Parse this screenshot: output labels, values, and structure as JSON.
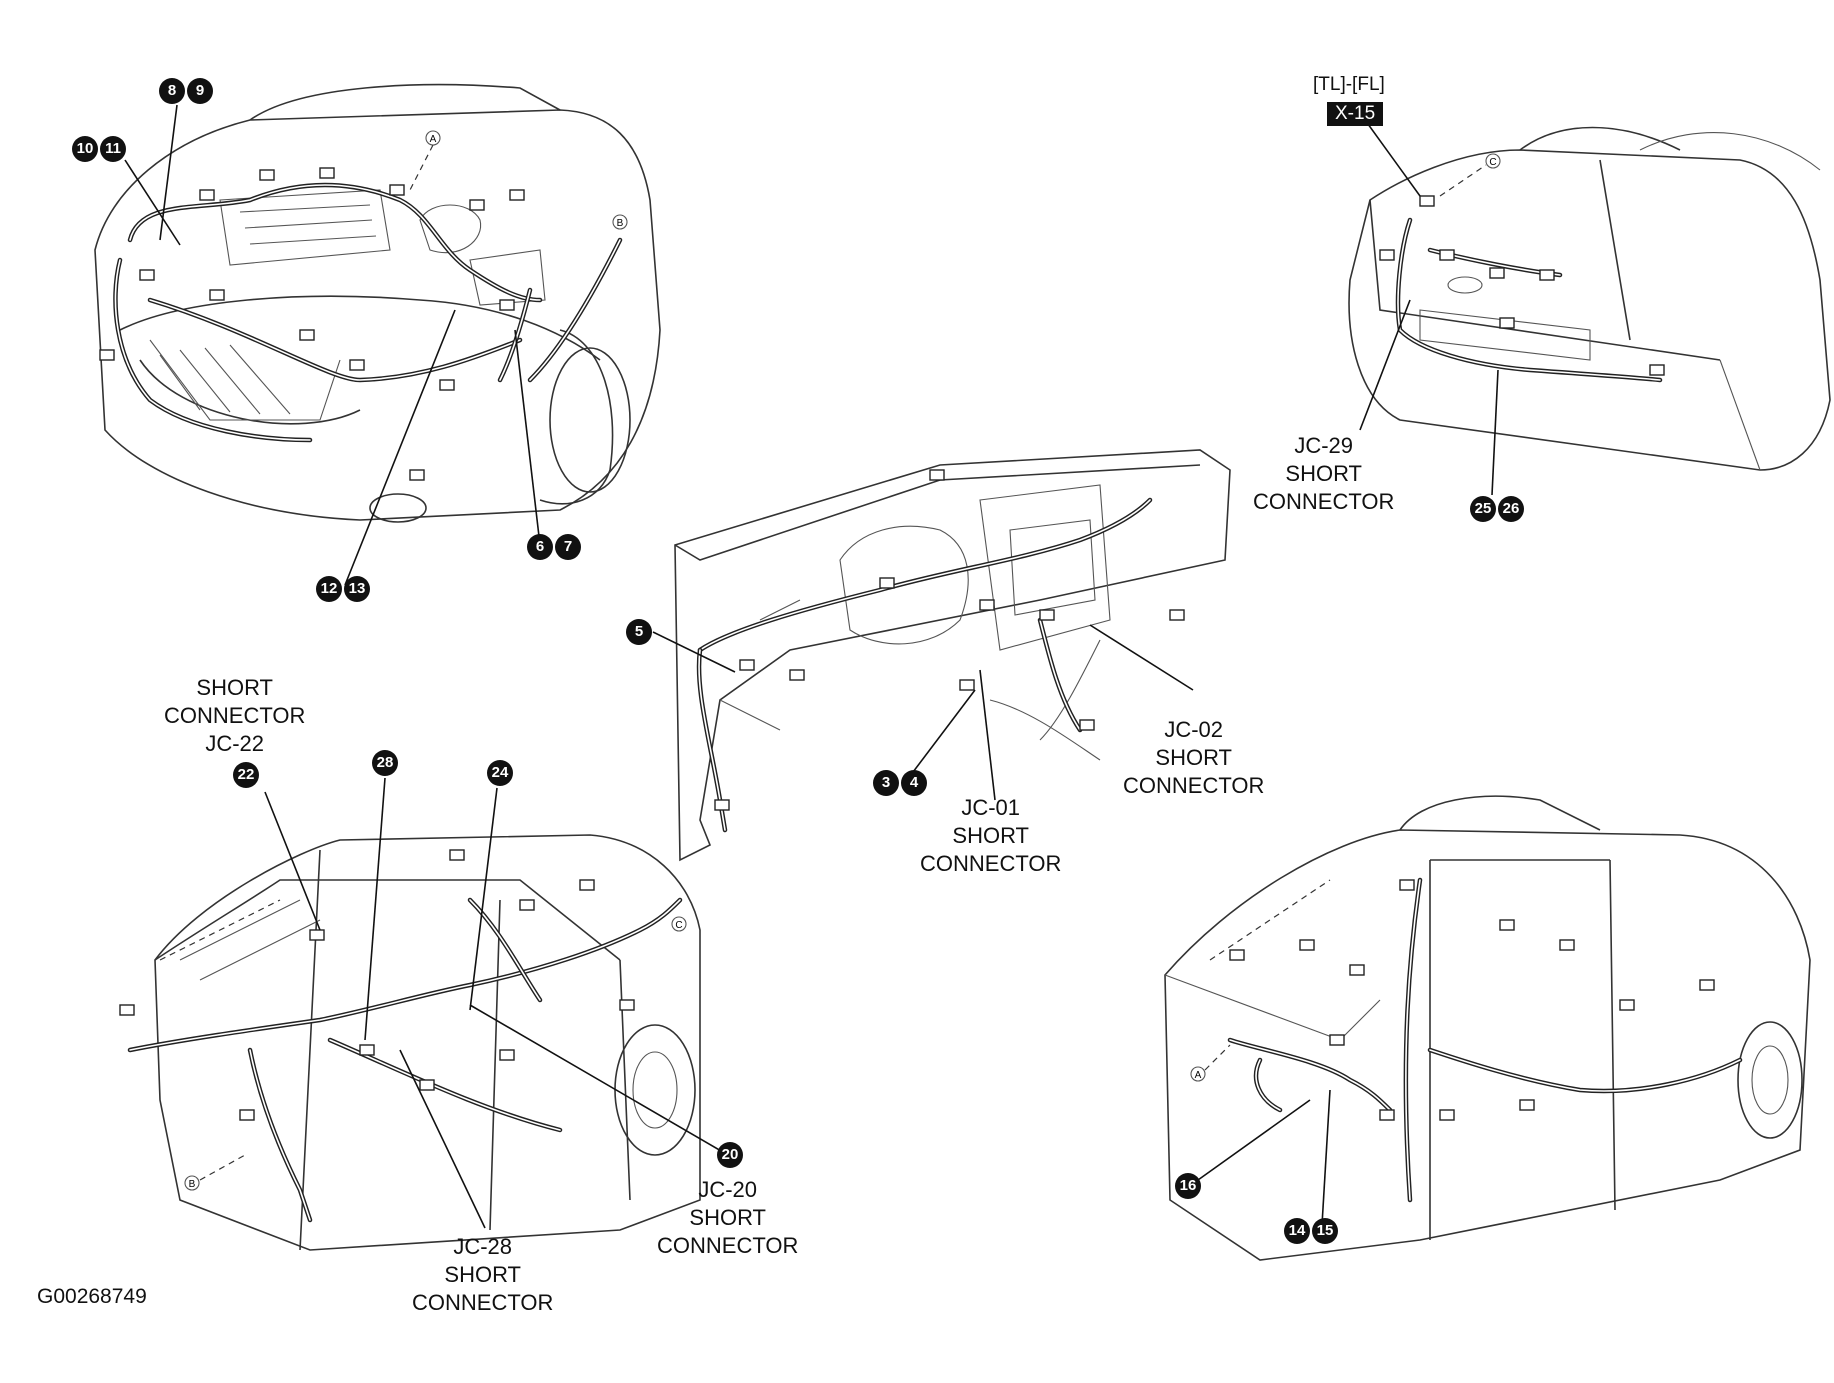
{
  "labels": {
    "tl_fl": "[TL]-[FL]",
    "x15": "X-15",
    "jc29": [
      "JC-29",
      "SHORT",
      "CONNECTOR"
    ],
    "jc22": [
      "SHORT",
      "CONNECTOR",
      "JC-22"
    ],
    "jc02": [
      "JC-02",
      "SHORT",
      "CONNECTOR"
    ],
    "jc01": [
      "JC-01",
      "SHORT",
      "CONNECTOR"
    ],
    "jc20": [
      "JC-20",
      "SHORT",
      "CONNECTOR"
    ],
    "jc28": [
      "JC-28",
      "SHORT",
      "CONNECTOR"
    ],
    "figure_id": "G00268749"
  },
  "letter_markers": [
    "A",
    "B",
    "C"
  ],
  "callouts": {
    "c8": "8",
    "c9": "9",
    "c10": "10",
    "c11": "11",
    "c6": "6",
    "c7": "7",
    "c12": "12",
    "c13": "13",
    "c25": "25",
    "c26": "26",
    "c5": "5",
    "c3": "3",
    "c4": "4",
    "c22": "22",
    "c28": "28",
    "c24": "24",
    "c20": "20",
    "c16": "16",
    "c14": "14",
    "c15": "15"
  }
}
